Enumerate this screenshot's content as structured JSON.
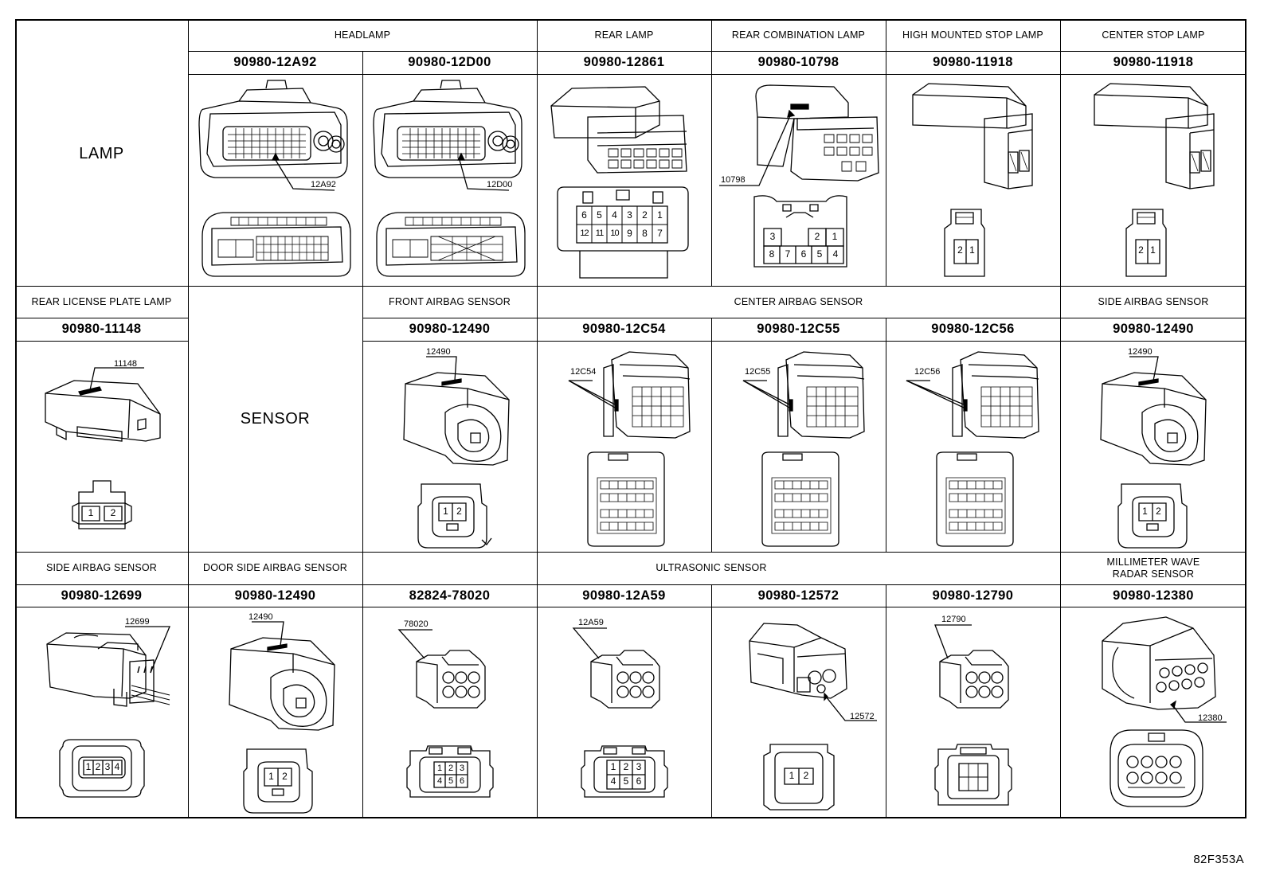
{
  "sections": {
    "lamp": "LAMP",
    "sensor": "SENSOR"
  },
  "row1": {
    "headers": {
      "headlamp": "HEADLAMP",
      "rear_lamp": "REAR LAMP",
      "rear_combination_lamp": "REAR COMBINATION LAMP",
      "high_mounted_stop_lamp": "HIGH MOUNTED STOP LAMP",
      "center_stop_lamp": "CENTER STOP LAMP"
    },
    "parts": [
      "90980-12A92",
      "90980-12D00",
      "90980-12861",
      "90980-10798",
      "90980-11918",
      "90980-11918"
    ],
    "callouts": {
      "c1": "12A92",
      "c2": "12D00",
      "c4": "10798"
    },
    "pins": {
      "rear_lamp_top": [
        "6",
        "5",
        "4",
        "3",
        "2",
        "1"
      ],
      "rear_lamp_bottom": [
        "12",
        "11",
        "10",
        "9",
        "8",
        "7"
      ],
      "rear_comb_top": [
        "3",
        "2",
        "1"
      ],
      "rear_comb_bottom": [
        "8",
        "7",
        "6",
        "5",
        "4"
      ],
      "two_pin": [
        "2",
        "1"
      ]
    }
  },
  "row2": {
    "headers": {
      "rear_license_plate_lamp": "REAR LICENSE PLATE LAMP",
      "front_airbag_sensor": "FRONT AIRBAG SENSOR",
      "center_airbag_sensor": "CENTER AIRBAG SENSOR",
      "side_airbag_sensor": "SIDE AIRBAG SENSOR"
    },
    "parts": [
      "90980-11148",
      "90980-12490",
      "90980-12C54",
      "90980-12C55",
      "90980-12C56",
      "90980-12490"
    ],
    "callouts": {
      "c0": "11148",
      "c2": "12490",
      "c3": "12C54",
      "c4": "12C55",
      "c5": "12C56",
      "c6": "12490"
    },
    "pins": {
      "two_pin": [
        "1",
        "2"
      ]
    }
  },
  "row3": {
    "headers": {
      "side_airbag_sensor": "SIDE AIRBAG SENSOR",
      "door_side_airbag_sensor": "DOOR SIDE AIRBAG SENSOR",
      "ultrasonic_sensor": "ULTRASONIC SENSOR",
      "millimeter_wave_radar_sensor_line1": "MILLIMETER WAVE",
      "millimeter_wave_radar_sensor_line2": "RADAR SENSOR"
    },
    "parts": [
      "90980-12699",
      "90980-12490",
      "82824-78020",
      "90980-12A59",
      "90980-12572",
      "90980-12790",
      "90980-12380"
    ],
    "callouts": {
      "c0": "12699",
      "c1": "12490",
      "c2": "78020",
      "c3": "12A59",
      "c4": "12572",
      "c5": "12790",
      "c6": "12380"
    },
    "pins": {
      "four_pin": [
        "1",
        "2",
        "3",
        "4"
      ],
      "two_pin": [
        "1",
        "2"
      ],
      "six_pin_top": [
        "1",
        "2",
        "3"
      ],
      "six_pin_bottom": [
        "4",
        "5",
        "6"
      ]
    }
  },
  "figure_code": "82F353A"
}
